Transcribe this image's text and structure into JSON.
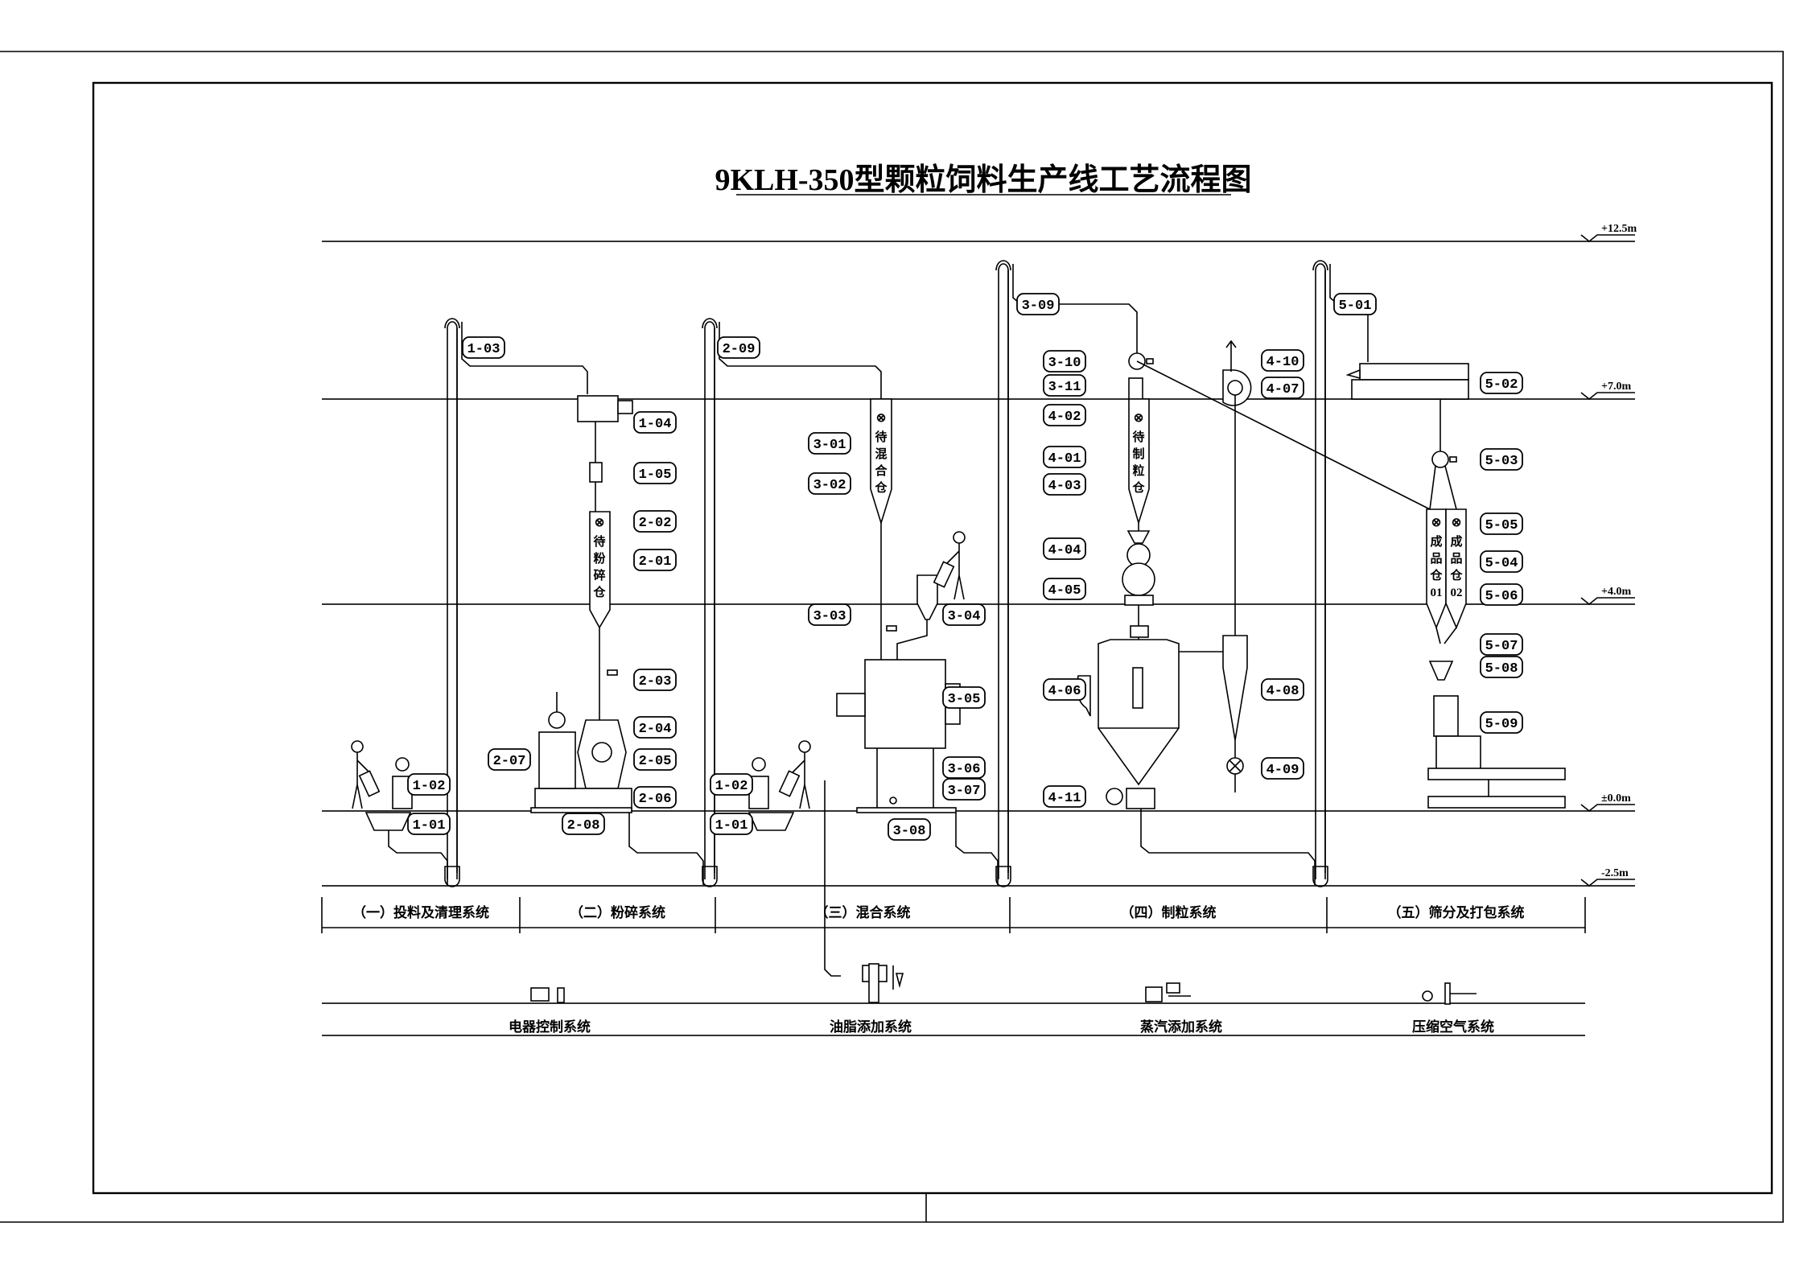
{
  "title": "9KLH-350型颗粒饲料生产线工艺流程图",
  "levels": [
    "+12.5m",
    "+7.0m",
    "+4.0m",
    "±0.0m",
    "-2.5m"
  ],
  "sections": [
    "（一）投料及清理系统",
    "（二）粉碎系统",
    "（三）混合系统",
    "（四）制粒系统",
    "（五）筛分及打包系统"
  ],
  "utilities": [
    "电器控制系统",
    "油脂添加系统",
    "蒸汽添加系统",
    "压缩空气系统"
  ],
  "bins": {
    "pre_grind": [
      "待",
      "粉",
      "碎",
      "仓"
    ],
    "pre_mix": [
      "待",
      "混",
      "合",
      "仓"
    ],
    "pre_pellet": [
      "待",
      "制",
      "粒",
      "仓"
    ],
    "product_01": [
      "成",
      "品",
      "仓",
      "01"
    ],
    "product_02": [
      "成",
      "品",
      "仓",
      "02"
    ]
  },
  "labels": [
    "1-03",
    "1-04",
    "1-05",
    "2-02",
    "2-01",
    "2-03",
    "2-04",
    "2-05",
    "2-06",
    "2-07",
    "2-08",
    "1-02",
    "1-01",
    "2-09",
    "3-01",
    "3-02",
    "3-03",
    "3-04",
    "3-05",
    "3-06",
    "3-07",
    "3-08",
    "1-02",
    "1-01",
    "3-09",
    "3-10",
    "3-11",
    "4-02",
    "4-01",
    "4-03",
    "4-04",
    "4-05",
    "4-06",
    "4-11",
    "4-10",
    "4-07",
    "4-08",
    "4-09",
    "5-01",
    "5-02",
    "5-03",
    "5-05",
    "5-04",
    "5-06",
    "5-07",
    "5-08",
    "5-09"
  ]
}
